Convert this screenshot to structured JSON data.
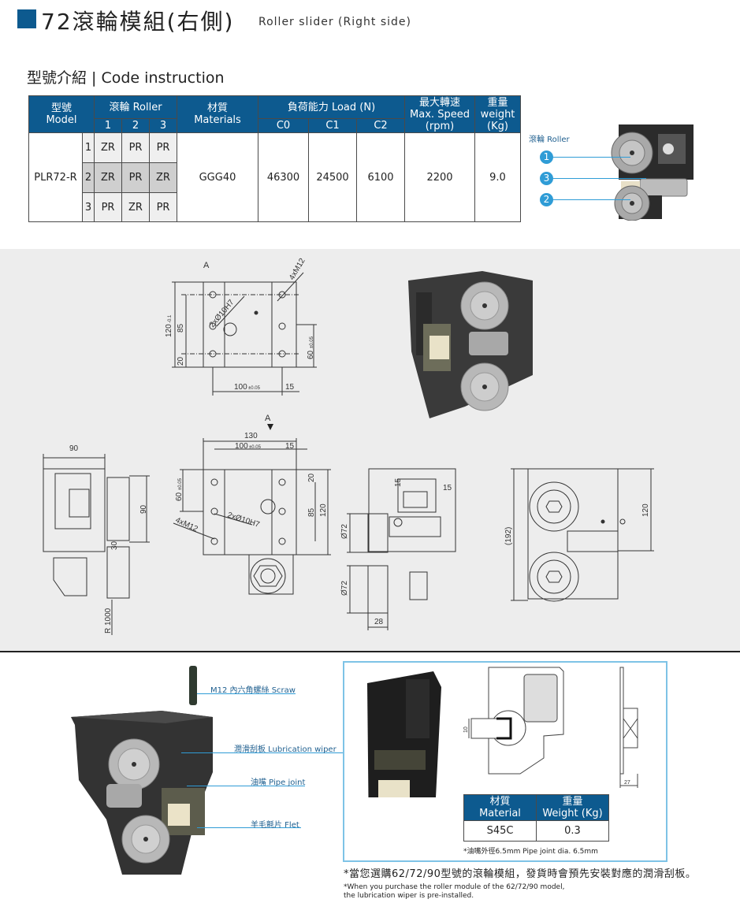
{
  "header": {
    "title": "72滾輪模組(右側)",
    "subtitle": "Roller slider (Right side)",
    "accent_color": "#0d5a8f"
  },
  "code_section": {
    "title": "型號介紹 | Code instruction"
  },
  "spec_table": {
    "headers": {
      "model_zh": "型號",
      "model_en": "Model",
      "roller": "滾輪 Roller",
      "roller_cols": [
        "1",
        "2",
        "3"
      ],
      "materials_zh": "材質",
      "materials_en": "Materials",
      "load": "負荷能力 Load (N)",
      "load_cols": [
        "C0",
        "C1",
        "C2"
      ],
      "speed_zh": "最大轉速",
      "speed_en": "Max. Speed",
      "speed_unit": "(rpm)",
      "weight_zh": "重量",
      "weight_en": "weight",
      "weight_unit": "(Kg)"
    },
    "model": "PLR72-R",
    "variants": [
      {
        "no": "1",
        "rollers": [
          "ZR",
          "PR",
          "PR"
        ]
      },
      {
        "no": "2",
        "rollers": [
          "ZR",
          "PR",
          "ZR"
        ]
      },
      {
        "no": "3",
        "rollers": [
          "PR",
          "ZR",
          "PR"
        ]
      }
    ],
    "material": "GGG40",
    "load": [
      "46300",
      "24500",
      "6100"
    ],
    "max_speed": "2200",
    "weight": "9.0"
  },
  "roller_callout": {
    "label": "滾輪 Roller",
    "badges": [
      "1",
      "3",
      "2"
    ]
  },
  "drawings": {
    "view_a_label": "A",
    "top_view": {
      "holes_m12": "4xM12",
      "pin_holes": "2xØ10H7",
      "dim_120": "120",
      "dim_120_tol": "-0.1",
      "dim_85": "85",
      "dim_20": "20",
      "dim_60": "60",
      "dim_60_tol": "±0.05",
      "dim_100": "100",
      "dim_100_tol": "±0.05",
      "dim_15": "15"
    },
    "side_view": {
      "dim_90_w": "90",
      "dim_90_h": "90",
      "dim_30": "30",
      "radius": "R 1000"
    },
    "front_view": {
      "dim_130": "130",
      "dim_100": "100",
      "dim_100_tol": "±0.05",
      "dim_15": "15",
      "dim_60": "60",
      "dim_60_tol": "±0.05",
      "dim_20": "20",
      "dim_85": "85",
      "dim_120": "120",
      "pin_holes": "2xØ10H7",
      "holes_m12": "4xM12",
      "arrow_label": "A"
    },
    "end_view": {
      "dim_15a": "15",
      "dim_15b": "15",
      "dia_top": "Ø72",
      "dia_bottom": "Ø72",
      "dim_28": "28"
    },
    "rear_view": {
      "dim_192": "(192)",
      "dim_120": "120"
    }
  },
  "parts_callouts": [
    {
      "label": "M12 內六角螺絲 Scraw"
    },
    {
      "label": "潤滑刮板 Lubrication wiper"
    },
    {
      "label": "油嘴 Pipe joint"
    },
    {
      "label": "羊毛氈片 Flet"
    }
  ],
  "wiper": {
    "dim_10": "10",
    "dim_27": "27",
    "table": {
      "material_zh": "材質",
      "material_en": "Material",
      "weight_zh": "重量",
      "weight_en": "Weight (Kg)",
      "material": "S45C",
      "weight": "0.3"
    },
    "pipe_note": "*油嘴外徑6.5mm  Pipe joint dia. 6.5mm"
  },
  "footer_notes": {
    "zh": "*當您選購62/72/90型號的滾輪模組，發貨時會預先安裝對應的潤滑刮板。",
    "en_line1": "*When you purchase the roller module of the 62/72/90 model,",
    "en_line2": "the lubrication wiper is pre-installed."
  }
}
